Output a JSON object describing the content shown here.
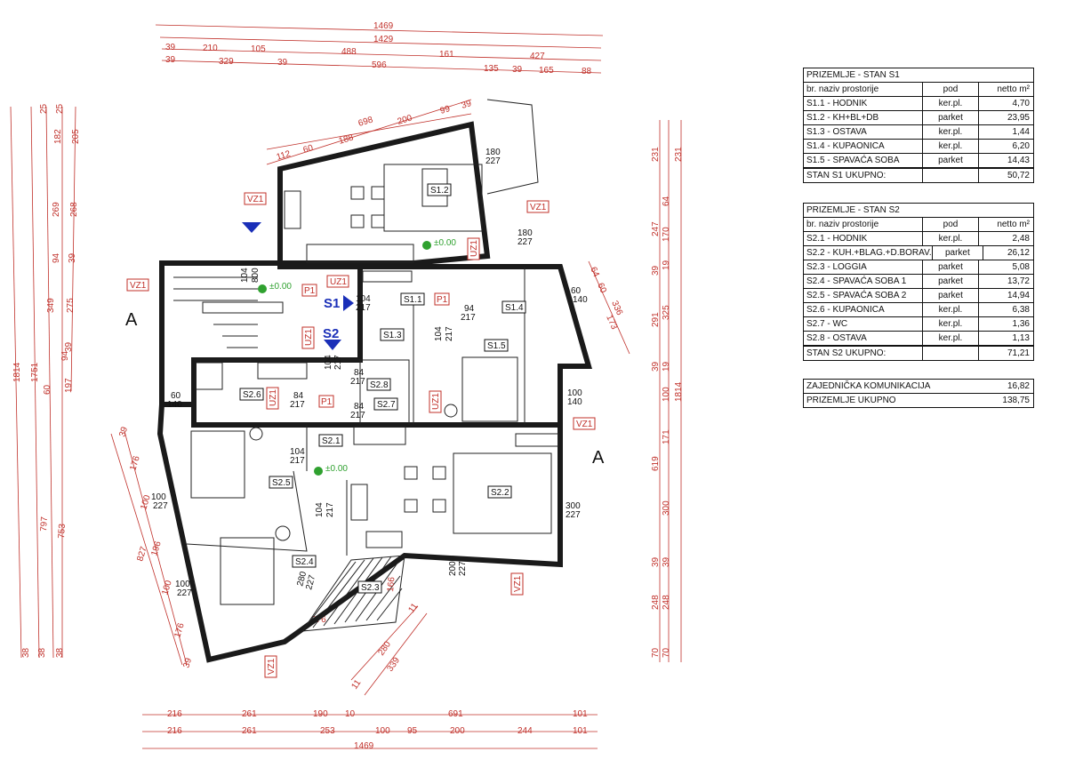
{
  "dims": {
    "top": [
      "1469",
      "1429",
      "39",
      "210",
      "105",
      "488",
      "161",
      "427",
      "39",
      "329",
      "39",
      "596",
      "135",
      "39",
      "165",
      "88"
    ],
    "top_angled": [
      "698",
      "200",
      "99",
      "39",
      "112",
      "60",
      "188",
      "227",
      "200",
      "60",
      "140"
    ],
    "bottom": [
      "216",
      "261",
      "190",
      "10",
      "691",
      "101",
      "216",
      "261",
      "253",
      "100",
      "95",
      "200",
      "244",
      "101",
      "1469"
    ],
    "left": [
      "1814",
      "1751",
      "25",
      "25",
      "182",
      "205",
      "269",
      "268",
      "39",
      "94",
      "349",
      "275",
      "60",
      "94",
      "39",
      "197",
      "38",
      "38",
      "38"
    ],
    "left_angled": [
      "39",
      "176",
      "100",
      "196",
      "827",
      "797",
      "753",
      "100",
      "176",
      "39"
    ],
    "right": [
      "231",
      "231",
      "64",
      "247",
      "170",
      "39",
      "19",
      "291",
      "325",
      "39",
      "19",
      "100",
      "1814",
      "171",
      "619",
      "300",
      "39",
      "39",
      "248",
      "248",
      "70",
      "70"
    ],
    "right_angled": [
      "64",
      "60",
      "336",
      "173"
    ],
    "bottom_angled": [
      "376",
      "280",
      "339",
      "11",
      "11"
    ],
    "openings": [
      "104",
      "800",
      "104",
      "217",
      "94",
      "217",
      "104",
      "217",
      "104",
      "217",
      "84",
      "217",
      "84",
      "217",
      "84",
      "217",
      "104",
      "217",
      "104",
      "217",
      "60",
      "140",
      "100",
      "140",
      "180",
      "227",
      "180",
      "227",
      "100",
      "227",
      "100",
      "227",
      "300",
      "227",
      "200",
      "227",
      "280",
      "227",
      "166",
      "60",
      "140"
    ]
  },
  "rooms": [
    "S1.1",
    "S1.2",
    "S1.3",
    "S1.4",
    "S1.5",
    "S2.1",
    "S2.2",
    "S2.3",
    "S2.4",
    "S2.5",
    "S2.6",
    "S2.7",
    "S2.8"
  ],
  "tags": {
    "vz": "VZ1",
    "uz": "UZ1",
    "p": "P1"
  },
  "levels": {
    "zero": "±0.00"
  },
  "units": {
    "s1": "S1",
    "s2": "S2"
  },
  "section": {
    "a": "A"
  },
  "table_s1": {
    "title": "PRIZEMLJE - STAN S1",
    "header": [
      "br.  naziv prostorije",
      "pod",
      "netto m²"
    ],
    "rows": [
      [
        "S1.1 - HODNIK",
        "ker.pl.",
        "4,70"
      ],
      [
        "S1.2 - KH+BL+DB",
        "parket",
        "23,95"
      ],
      [
        "S1.3 - OSTAVA",
        "ker.pl.",
        "1,44"
      ],
      [
        "S1.4 - KUPAONICA",
        "ker.pl.",
        "6,20"
      ],
      [
        "S1.5 - SPAVAĆA SOBA",
        "parket",
        "14,43"
      ]
    ],
    "total": [
      "STAN S1  UKUPNO:",
      "",
      "50,72"
    ]
  },
  "table_s2": {
    "title": "PRIZEMLJE - STAN S2",
    "header": [
      "br.  naziv prostorije",
      "pod",
      "netto m²"
    ],
    "rows": [
      [
        "S2.1 - HODNIK",
        "ker.pl.",
        "2,48"
      ],
      [
        "S2.2 - KUH.+BLAG.+D.BORAV.",
        "parket",
        "26,12"
      ],
      [
        "S2.3 - LOGGIA",
        "parket",
        "5,08"
      ],
      [
        "S2.4 - SPAVAĆA SOBA 1",
        "parket",
        "13,72"
      ],
      [
        "S2.5 - SPAVAĆA SOBA 2",
        "parket",
        "14,94"
      ],
      [
        "S2.6 - KUPAONICA",
        "ker.pl.",
        "6,38"
      ],
      [
        "S2.7 - WC",
        "ker.pl.",
        "1,36"
      ],
      [
        "S2.8 - OSTAVA",
        "ker.pl.",
        "1,13"
      ]
    ],
    "total": [
      "STAN S2  UKUPNO:",
      "",
      "71,21"
    ]
  },
  "table_totals": {
    "rows": [
      [
        "ZAJEDNIČKA KOMUNIKACIJA",
        "16,82"
      ],
      [
        "PRIZEMLJE  UKUPNO",
        "138,75"
      ]
    ]
  }
}
